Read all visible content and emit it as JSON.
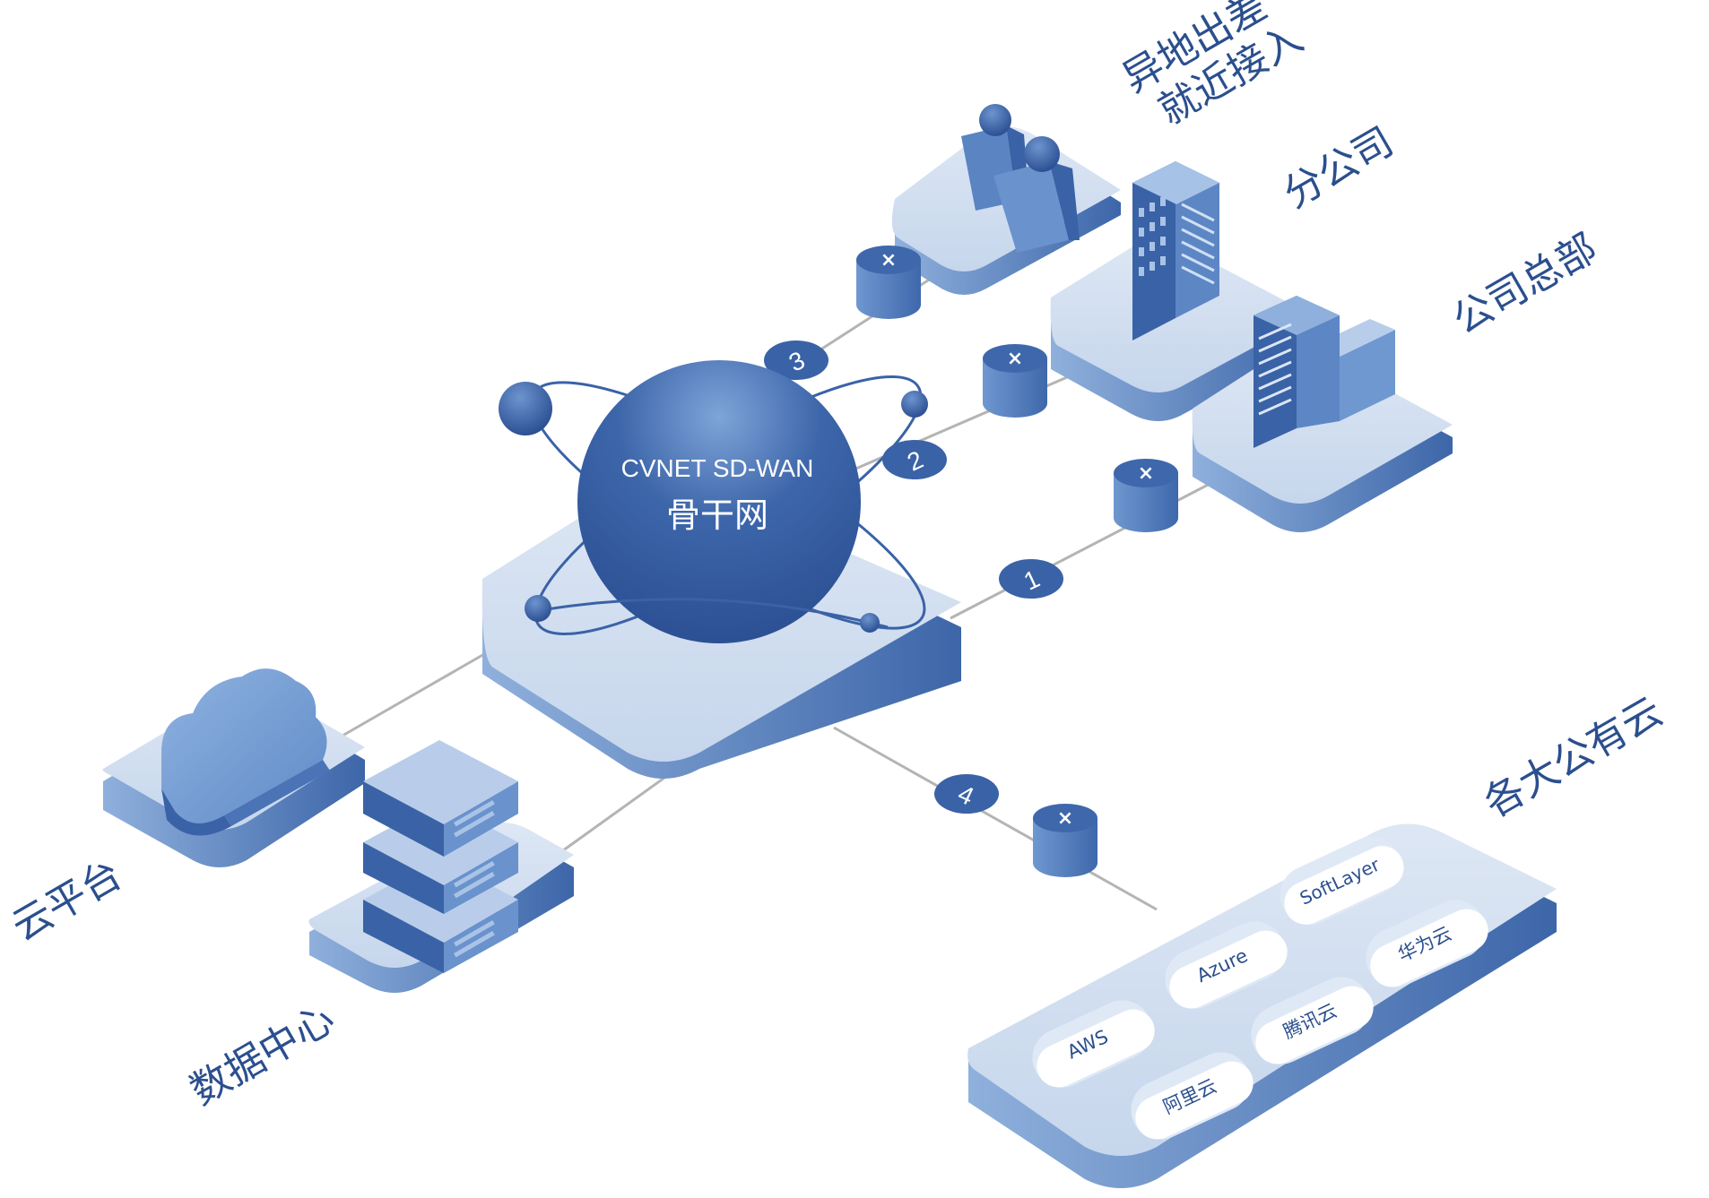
{
  "core": {
    "title": "CVNET SD-WAN",
    "subtitle": "骨干网"
  },
  "nodes": {
    "remote_access": {
      "line1": "异地出差",
      "line2": "就近接入"
    },
    "branch": "分公司",
    "headquarters": "公司总部",
    "cloud_platform": "云平台",
    "data_center": "数据中心",
    "public_clouds": "各大公有云"
  },
  "links": {
    "link1": "1",
    "link2": "2",
    "link3": "3",
    "link4": "4"
  },
  "providers": {
    "aws": "AWS",
    "azure": "Azure",
    "softlayer": "SoftLayer",
    "huawei": "华为云",
    "tencent": "腾讯云",
    "aliyun": "阿里云"
  },
  "colors": {
    "primary": "#3a62a6",
    "dark": "#2e5597",
    "light": "#cfdcef",
    "mid": "#86aad8",
    "line": "#b4b4b4"
  }
}
